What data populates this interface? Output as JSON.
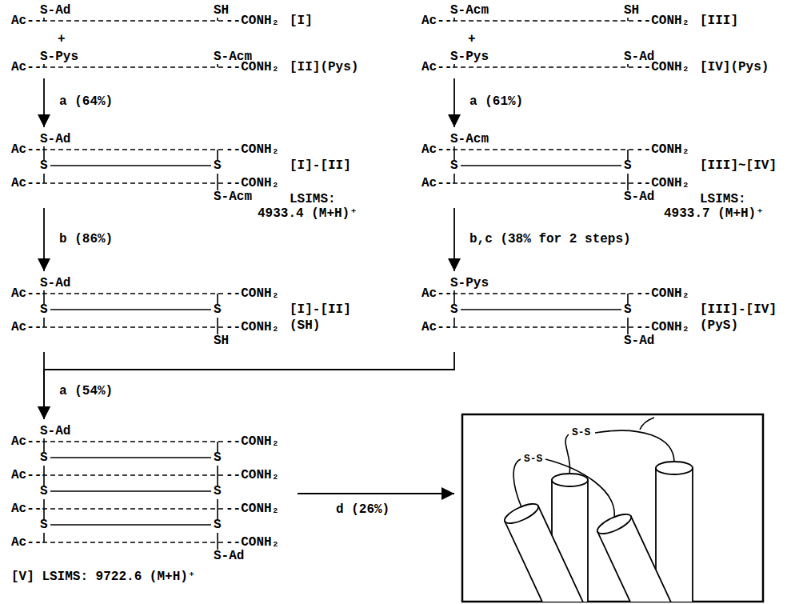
{
  "diagram": {
    "nodes": [
      {
        "text": [
          "S-Ad",
          "SH",
          "Ac--",
          "--CONH₂",
          "[I]"
        ]
      },
      {
        "text": [
          "S-Pys",
          "S-Acm",
          "Ac--",
          "--CONH₂",
          "[II](Pys)"
        ]
      },
      {
        "text": [
          "S-Ad",
          "Ac--",
          "--CONH₂",
          "S",
          "S",
          "Ac--",
          "--CONH₂",
          "S-Acm",
          "[I]-[II]"
        ]
      },
      {
        "text": [
          "S-Ad",
          "Ac--",
          "--CONH₂",
          "S",
          "S",
          "Ac--",
          "--CONH₂",
          "SH",
          "[I]-[II]",
          "(SH)"
        ]
      },
      {
        "text": [
          "S-Acm",
          "SH",
          "Ac--",
          "--CONH₂",
          "[III]"
        ]
      },
      {
        "text": [
          "S-Pys",
          "S-Ad",
          "Ac--",
          "--CONH₂",
          "[IV](Pys)"
        ]
      },
      {
        "text": [
          "S-Acm",
          "Ac--",
          "--CONH₂",
          "S",
          "S",
          "Ac--",
          "--CONH₂",
          "S-Ad",
          "[III]~[IV]"
        ]
      },
      {
        "text": [
          "S-Pys",
          "Ac--",
          "--CONH₂",
          "S",
          "S",
          "Ac--",
          "--CONH₂",
          "S-Ad",
          "[III]-[IV]",
          "(PyS)"
        ]
      },
      {
        "text": [
          "S-Ad",
          "Ac--",
          "--CONH₂",
          "S",
          "S",
          "Ac--",
          "--CONH₂",
          "S",
          "S",
          "Ac--",
          "--CONH₂",
          "S",
          "S",
          "Ac--",
          "--CONH₂",
          "S-Ad",
          "[V] LSIMS: 9722.6 (M+H)⁺"
        ]
      }
    ],
    "edges": [
      {
        "from": 1,
        "to": 2,
        "arrow": "to",
        "label": "a (64%)"
      },
      {
        "from": 2,
        "to": 3,
        "arrow": "to",
        "label": "b (86%)"
      },
      {
        "from": 5,
        "to": 6,
        "arrow": "to",
        "label": "a (61%)"
      },
      {
        "from": 6,
        "to": 7,
        "arrow": "to",
        "label": "b,c (38% for 2 steps)"
      },
      {
        "from": 3,
        "to": 8,
        "arrow": "to",
        "label": "a (54%)"
      },
      {
        "from": 7,
        "to": 8,
        "arrow": "to"
      }
    ],
    "labels": [
      "+",
      "+",
      "LSIMS:",
      "4933.4 (M+H)⁺",
      "LSIMS:",
      "4933.7 (M+H)⁺",
      "d (26%)",
      "S-S",
      "S-S"
    ]
  }
}
